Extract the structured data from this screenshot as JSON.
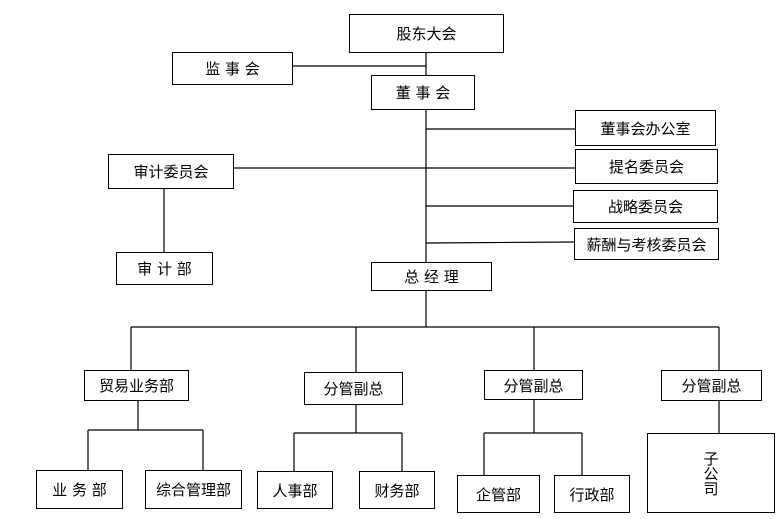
{
  "org_chart": {
    "nodes": {
      "shareholders_meeting": "股东大会",
      "supervisory_board": "监 事 会",
      "board_of_directors": "董 事 会",
      "board_office": "董事会办公室",
      "nomination_committee": "提名委员会",
      "strategy_committee": "战略委员会",
      "remuneration_committee": "薪酬与考核委员会",
      "audit_committee": "审计委员会",
      "audit_department": "审 计 部",
      "general_manager": "总 经 理",
      "trade_business_department": "贸易业务部",
      "deputy_gm_1": "分管副总",
      "deputy_gm_2": "分管副总",
      "deputy_gm_3": "分管副总",
      "business_department": "业 务 部",
      "integrated_management_department": "综合管理部",
      "hr_department": "人事部",
      "finance_department": "财务部",
      "enterprise_management_department": "企管部",
      "administration_department": "行政部",
      "subsidiary": "子公司"
    }
  }
}
